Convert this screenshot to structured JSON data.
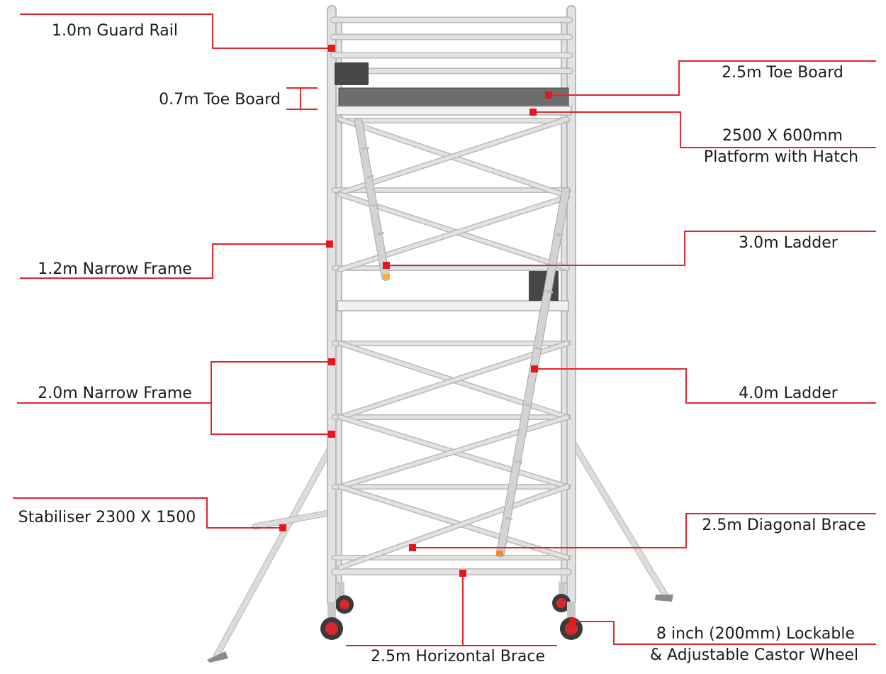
{
  "diagram": {
    "labels": {
      "guard_rail": "1.0m Guard Rail",
      "toe_board_small": "0.7m Toe Board",
      "toe_board_large": "2.5m Toe Board",
      "platform_line1": "2500 X 600mm",
      "platform_line2": "Platform with Hatch",
      "ladder_3m": "3.0m Ladder",
      "narrow_frame_12": "1.2m Narrow Frame",
      "narrow_frame_20": "2.0m Narrow Frame",
      "ladder_4m": "4.0m Ladder",
      "stabiliser": "Stabiliser 2300 X 1500",
      "diagonal_brace": "2.5m Diagonal Brace",
      "horizontal_brace": "2.5m Horizontal Brace",
      "castor_line1": "8 inch (200mm) Lockable",
      "castor_line2": "& Adjustable Castor Wheel"
    },
    "colors": {
      "leader": "#e3262c",
      "marker": "#e5161d",
      "tube": "#e2e2e2",
      "toe_board": "#6d6d6d",
      "wheel_hub": "#d8262c"
    }
  }
}
